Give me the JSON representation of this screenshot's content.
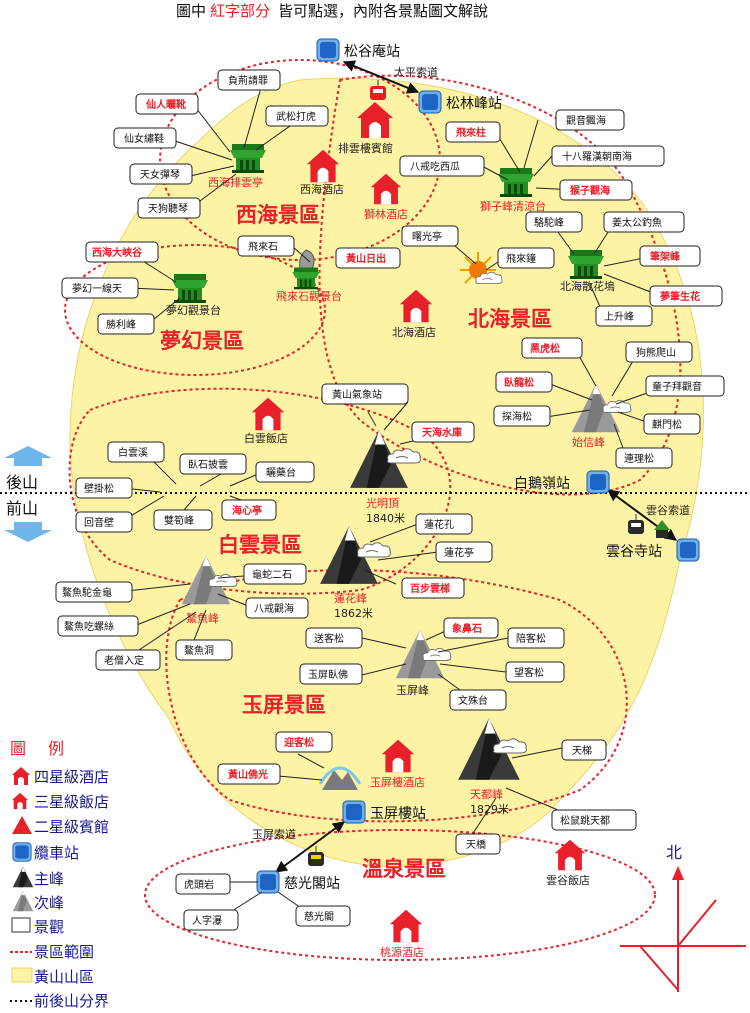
{
  "header": {
    "prefix": "圖中",
    "highlight": "紅字部分",
    "suffix": "皆可點選，內附各景點圖文解說"
  },
  "colors": {
    "mountain_area": "#fdf3a4",
    "accent_red": "#e8202a",
    "station_blue": "#2a6fc8",
    "legend_text": "#1a1a8c"
  },
  "zones": [
    {
      "id": "xihai",
      "label": "西海景區"
    },
    {
      "id": "beihai",
      "label": "北海景區"
    },
    {
      "id": "menghuan",
      "label": "夢幻景區"
    },
    {
      "id": "baiyun",
      "label": "白雲景區"
    },
    {
      "id": "yuping",
      "label": "玉屏景區"
    },
    {
      "id": "wenquan",
      "label": "溫泉景區"
    }
  ],
  "divider": {
    "back": "後山",
    "front": "前山"
  },
  "stations": [
    {
      "id": "songguan",
      "label": "松谷庵站"
    },
    {
      "id": "songlin",
      "label": "松林峰站"
    },
    {
      "id": "baie",
      "label": "白鵝嶺站"
    },
    {
      "id": "yungusi",
      "label": "雲谷寺站"
    },
    {
      "id": "yupinglou",
      "label": "玉屏樓站"
    },
    {
      "id": "ciguang",
      "label": "慈光閣站"
    }
  ],
  "cableways": [
    {
      "id": "taiping",
      "label": "太平索道"
    },
    {
      "id": "yungu",
      "label": "雲谷索道"
    },
    {
      "id": "yuping",
      "label": "玉屏索道"
    }
  ],
  "peaks": [
    {
      "id": "guangming",
      "label": "光明頂",
      "height": "1840米"
    },
    {
      "id": "lianhua",
      "label": "蓮花峰",
      "height": "1862米"
    },
    {
      "id": "tiandu",
      "label": "天都峰",
      "height": "1829米"
    },
    {
      "id": "shixin",
      "label": "始信峰"
    },
    {
      "id": "aoyu",
      "label": "鰲魚峰"
    },
    {
      "id": "yuping",
      "label": "玉屏峰"
    }
  ],
  "buildings": [
    {
      "id": "paiyunlou",
      "label": "排雲樓賓館"
    },
    {
      "id": "xihai",
      "label": "西海酒店"
    },
    {
      "id": "shilin",
      "label": "獅林酒店"
    },
    {
      "id": "beihai",
      "label": "北海酒店"
    },
    {
      "id": "baiyun",
      "label": "白雲飯店"
    },
    {
      "id": "yupinglou",
      "label": "玉屏樓酒店"
    },
    {
      "id": "yungu",
      "label": "雲谷飯店"
    },
    {
      "id": "taoyuan",
      "label": "桃源酒店"
    }
  ],
  "pavilions": [
    {
      "id": "paiyun",
      "label": "西海排雲亭"
    },
    {
      "id": "qingliang",
      "label": "獅子峰清涼台"
    },
    {
      "id": "feilai",
      "label": "飛來石觀景台"
    },
    {
      "id": "menghuan",
      "label": "夢幻觀景台"
    },
    {
      "id": "sanhua",
      "label": "北海散花塢"
    },
    {
      "id": "qixiang",
      "label": "黃山氣象站"
    }
  ],
  "spots_red": [
    {
      "id": "xianren",
      "label": "仙人曬靴"
    },
    {
      "id": "feilaizhu",
      "label": "飛來柱"
    },
    {
      "id": "houzi",
      "label": "猴子觀海"
    },
    {
      "id": "xihaidaxia",
      "label": "西海大峽谷"
    },
    {
      "id": "huangshanrichu",
      "label": "黃山日出"
    },
    {
      "id": "bijia",
      "label": "筆架峰"
    },
    {
      "id": "mengbi",
      "label": "夢筆生花"
    },
    {
      "id": "heihu",
      "label": "黑虎松"
    },
    {
      "id": "wolong",
      "label": "臥龍松"
    },
    {
      "id": "tianhai",
      "label": "天海水庫"
    },
    {
      "id": "haixin",
      "label": "海心亭"
    },
    {
      "id": "baibu",
      "label": "百步雲梯"
    },
    {
      "id": "xiangbi",
      "label": "象鼻石"
    },
    {
      "id": "yingke",
      "label": "迎客松"
    },
    {
      "id": "foguang",
      "label": "黃山佛光"
    }
  ],
  "spots": [
    {
      "id": "fujing",
      "label": "負荊請罪"
    },
    {
      "id": "wusong",
      "label": "武松打虎"
    },
    {
      "id": "xiannv",
      "label": "仙女繡鞋"
    },
    {
      "id": "tiannv",
      "label": "天女彈琴"
    },
    {
      "id": "tiangou",
      "label": "天狗聽琴"
    },
    {
      "id": "guanyin",
      "label": "觀音飄海"
    },
    {
      "id": "luohan",
      "label": "十八羅漢朝南海"
    },
    {
      "id": "bajie",
      "label": "八戒吃西瓜"
    },
    {
      "id": "feilaishi",
      "label": "飛來石"
    },
    {
      "id": "luotuo",
      "label": "駱駝峰"
    },
    {
      "id": "jiangtai",
      "label": "姜太公釣魚"
    },
    {
      "id": "shuguang",
      "label": "曙光亭"
    },
    {
      "id": "feilaizhong",
      "label": "飛來鐘"
    },
    {
      "id": "menghuanyi",
      "label": "夢幻一線天"
    },
    {
      "id": "shengli",
      "label": "勝利峰"
    },
    {
      "id": "shangsheng",
      "label": "上升峰"
    },
    {
      "id": "gouxiong",
      "label": "狗熊爬山"
    },
    {
      "id": "tongzi",
      "label": "童子拜觀音"
    },
    {
      "id": "tanhai",
      "label": "探海松"
    },
    {
      "id": "qilin",
      "label": "麒門松"
    },
    {
      "id": "lianli",
      "label": "連理松"
    },
    {
      "id": "baiyunxi",
      "label": "白雲溪"
    },
    {
      "id": "woshi",
      "label": "臥石披雲"
    },
    {
      "id": "shaiyao",
      "label": "曬藥台"
    },
    {
      "id": "bizhu",
      "label": "壁掛松"
    },
    {
      "id": "huiyin",
      "label": "回音壁"
    },
    {
      "id": "shuangsun",
      "label": "雙筍峰"
    },
    {
      "id": "lianhuakong",
      "label": "蓮花孔"
    },
    {
      "id": "lianhuating",
      "label": "蓮花亭"
    },
    {
      "id": "aoyutuo",
      "label": "鰲魚駝金龜"
    },
    {
      "id": "guishe",
      "label": "龜蛇二石"
    },
    {
      "id": "bajieguan",
      "label": "八戒觀海"
    },
    {
      "id": "aoyuchi",
      "label": "鰲魚吃螺絲"
    },
    {
      "id": "aoyudong",
      "label": "鰲魚洞"
    },
    {
      "id": "laoseng",
      "label": "老僧入定"
    },
    {
      "id": "songke",
      "label": "送客松"
    },
    {
      "id": "peike",
      "label": "陪客松"
    },
    {
      "id": "yupingwo",
      "label": "玉屏臥佛"
    },
    {
      "id": "wangke",
      "label": "望客松"
    },
    {
      "id": "wenshu",
      "label": "文殊台"
    },
    {
      "id": "tianti",
      "label": "天梯"
    },
    {
      "id": "songshu",
      "label": "松鼠跳天都"
    },
    {
      "id": "tianqiao",
      "label": "天橋"
    },
    {
      "id": "hutou",
      "label": "虎頭岩"
    },
    {
      "id": "renzi",
      "label": "人字瀑"
    },
    {
      "id": "ciguangge",
      "label": "慈光閣"
    }
  ],
  "compass": {
    "label": "北"
  },
  "legend": {
    "title": "圖例",
    "items": [
      {
        "id": "hotel4",
        "label": "四星級酒店"
      },
      {
        "id": "hotel3",
        "label": "三星級飯店"
      },
      {
        "id": "hotel2",
        "label": "二星級賓館"
      },
      {
        "id": "cable",
        "label": "纜車站"
      },
      {
        "id": "mainpeak",
        "label": "主峰"
      },
      {
        "id": "subpeak",
        "label": "次峰"
      },
      {
        "id": "scenery",
        "label": "景觀"
      },
      {
        "id": "zone",
        "label": "景區範圍"
      },
      {
        "id": "area",
        "label": "黃山山區"
      },
      {
        "id": "divide",
        "label": "前後山分界"
      }
    ]
  }
}
